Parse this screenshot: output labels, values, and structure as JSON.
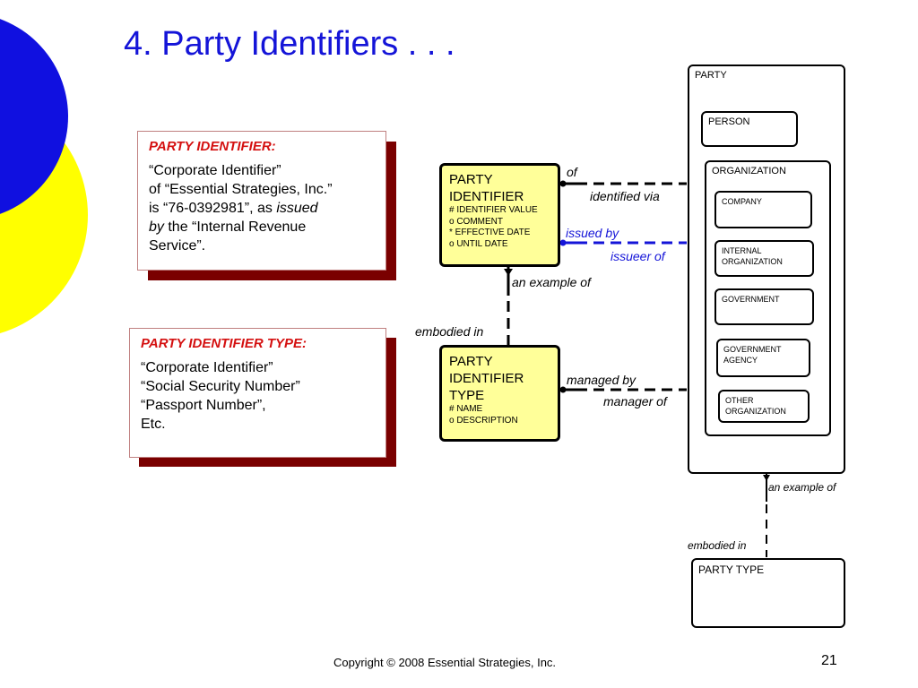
{
  "title": "4.  Party Identifiers . . .",
  "notes": {
    "identifier": {
      "heading": "PARTY IDENTIFIER:",
      "lines": [
        [
          {
            "t": "“Corporate Identifier”",
            "i": false
          }
        ],
        [
          {
            "t": "of “Essential Strategies, Inc.”",
            "i": false
          }
        ],
        [
          {
            "t": "is “76-0392981”, as ",
            "i": false
          },
          {
            "t": "issued",
            "i": true
          }
        ],
        [
          {
            "t": "by",
            "i": true
          },
          {
            "t": " the “Internal Revenue",
            "i": false
          }
        ],
        [
          {
            "t": "Service”.",
            "i": false
          }
        ]
      ]
    },
    "identifier_type": {
      "heading": "PARTY IDENTIFIER TYPE:",
      "lines": [
        [
          {
            "t": "“Corporate Identifier”",
            "i": false
          }
        ],
        [
          {
            "t": "“Social Security Number”",
            "i": false
          }
        ],
        [
          {
            "t": "“Passport Number”,",
            "i": false
          }
        ],
        [
          {
            "t": "Etc.",
            "i": false
          }
        ]
      ]
    }
  },
  "entities": {
    "party_identifier": {
      "title_lines": [
        "PARTY",
        "IDENTIFIER"
      ],
      "attributes": [
        "#  IDENTIFIER VALUE",
        "o  COMMENT",
        "*  EFFECTIVE DATE",
        "o  UNTIL DATE"
      ]
    },
    "party_identifier_type": {
      "title_lines": [
        "PARTY",
        "IDENTIFIER",
        "TYPE"
      ],
      "attributes": [
        "#  NAME",
        "o  DESCRIPTION"
      ]
    }
  },
  "party": {
    "label": "PARTY",
    "person": "PERSON",
    "organization": {
      "label": "ORGANIZATION",
      "subtypes": [
        [
          "COMPANY"
        ],
        [
          "INTERNAL",
          "ORGANIZATION"
        ],
        [
          "GOVERNMENT"
        ],
        [
          "GOVERNMENT",
          "AGENCY"
        ],
        [
          "OTHER",
          "ORGANIZATION"
        ]
      ]
    }
  },
  "party_type": "PARTY TYPE",
  "relationships": {
    "of": "of",
    "identified_via": "identified via",
    "issued_by": "issued by",
    "issueer_of": "issueer of",
    "an_example_of": "an example of",
    "embodied_in": "embodied in",
    "managed_by": "managed by",
    "manager_of": "manager of",
    "party_an_example_of": "an example of",
    "party_embodied_in": "embodied in"
  },
  "colors": {
    "title": "#1414d8",
    "note_heading": "#d41010",
    "note_shadow": "#7a0000",
    "entity_fill": "#ffff99",
    "issued_by_line": "#1414d8",
    "deco_blue": "#1010e0",
    "deco_yellow": "#ffff00"
  },
  "footer": {
    "copyright": "Copyright © 2008 Essential Strategies, Inc.",
    "page_number": "21"
  }
}
